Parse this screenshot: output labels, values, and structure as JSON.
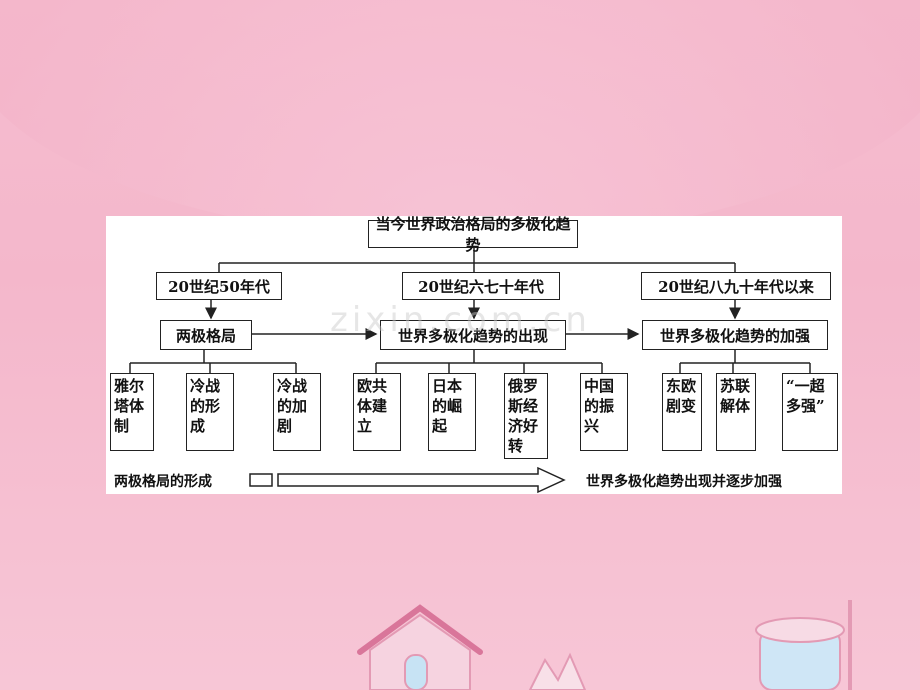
{
  "root": "当今世界政治格局的多极化趋势",
  "periods": [
    "20世纪50年代",
    "20世纪六七十年代",
    "20世纪八九十年代以来"
  ],
  "stages": [
    "两极格局",
    "世界多极化趋势的出现",
    "世界多极化趋势的加强"
  ],
  "leaves": {
    "group1": [
      "雅尔塔体制",
      "冷战的形成",
      "冷战的加剧"
    ],
    "group2": [
      "欧共体建立",
      "日本的崛起",
      "俄罗斯经济好转",
      "中国的振兴"
    ],
    "group3": [
      "东欧剧变",
      "苏联解体",
      "“一超多强”"
    ]
  },
  "flow": {
    "left": "两极格局的形成",
    "right": "世界多极化趋势出现并逐步加强"
  },
  "watermark": "zixin.com.cn",
  "colors": {
    "background": "#f4b7cb",
    "panel": "#ffffff",
    "line": "#222222"
  }
}
